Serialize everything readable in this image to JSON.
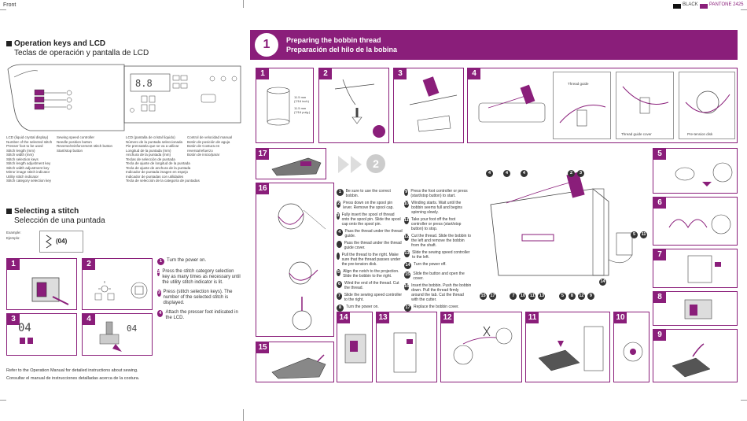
{
  "header": {
    "front_label": "Front",
    "black_label": "BLACK",
    "pantone_label": "PANTONE 2425",
    "colors": {
      "accent": "#8a1e7a",
      "black": "#111111"
    }
  },
  "left": {
    "section1_title_en": "Operation keys and LCD",
    "section1_title_es": "Teclas de operación y pantalla de LCD",
    "legend_en": [
      "LCD (liquid crystal display)",
      "Number of the selected stitch",
      "Presser foot to be used",
      "Stitch length (mm)",
      "Stitch width (mm)",
      "Stitch selection keys",
      "Stitch length adjustment key",
      "Stitch width adjustment key",
      "Mirror image stitch indicator",
      "Utility stitch indicator",
      "Stitch category selection key",
      "Sewing speed controller",
      "Needle position button",
      "Reverse/reinforcement stitch button",
      "Start/stop button"
    ],
    "legend_es": [
      "LCD (pantalla de cristal líquido)",
      "Número de la puntada seleccionada",
      "Pie prensatela que se va a utilizar",
      "Longitud de la puntada (mm)",
      "Anchura de la puntada (mm)",
      "Teclas de selección de puntada",
      "Tecla de ajuste de longitud de la puntada",
      "Tecla de ajuste de anchura de la puntada",
      "Indicador de puntada imagen en espejo",
      "Indicador de puntadas con utilidades",
      "Tecla de selección de la categoría de puntadas",
      "Control de velocidad manual",
      "Botón de posición de aguja",
      "Botón de Costura en reversa/refuerzo",
      "Botón de inicio/parar"
    ],
    "section2_title_en": "Selecting a stitch",
    "section2_title_es": "Selección de una puntada",
    "example_en": "Example:",
    "example_es": "Ejemplo:",
    "example_num": "(04)",
    "lcd_a": "04",
    "lcd_b": "04",
    "steps": [
      "Turn the power on.",
      "Press the stitch category selection key as many times as necessary until the utility stitch indicator is lit.",
      "Press (stitch selection keys). The number of the selected stitch is displayed.",
      "Attach the presser foot indicated in the LCD."
    ],
    "footer_en": "Refer to the Operation Manual for detailed instructions about sewing.",
    "footer_es": "Consultar el manual de instrucciones detalladas acerca de la costura."
  },
  "right": {
    "banner_en": "Preparing the bobbin thread",
    "banner_es": "Preparación del hilo de la bobina",
    "spool_dim_1": "11.5 mm",
    "spool_dim_1b": "(7/16 inch)",
    "spool_dim_2": "11.5 mm",
    "spool_dim_2b": "(7/16 pulg.)",
    "label_thread_guide": "Thread guide",
    "label_thread_guide_cover": "Thread guide cover",
    "label_pretension_disk": "Pre-tension disk",
    "steps_col1": [
      "Be sure to use the correct bobbin.",
      "Press down on the spool pin lever. Remove the spool cap.",
      "Fully insert the spool of thread onto the spool pin. Slide the spool cap onto the spool pin.",
      "Pass the thread under the thread guide.",
      "Pass the thread under the thread guide cover.",
      "Pull the thread to the right. Make sure that the thread passes under the pre-tension disk.",
      "Align the notch to the projection. Slide the bobbin to the right.",
      "Wind the end of the thread. Cut the thread.",
      "Slide the sewing speed controller to the right.",
      "Turn the power on."
    ],
    "steps_col2": [
      "Press the foot controller or press (start/stop button) to start.",
      "Winding starts. Wait until the bobbin seems full and begins spinning slowly.",
      "Take your foot off the foot controller or press (start/stop button) to stop.",
      "Cut the thread. Slide the bobbin to the left and remove the bobbin from the shaft.",
      "Slide the sewing speed controller to the left.",
      "Turn the power off.",
      "Slide the button and open the cover.",
      "Insert the bobbin. Push the bobbin down. Pull the thread firmly around the tab. Cut the thread with the cutter.",
      "Replace the bobbin cover."
    ],
    "col1_nums": [
      "1",
      "2",
      "3",
      "4",
      "",
      "",
      "5",
      "6",
      "7",
      "8"
    ],
    "col2_nums": [
      "9",
      "10",
      "11",
      "12",
      "13",
      "14",
      "15",
      "16",
      "17"
    ],
    "panel_nums": [
      "1",
      "2",
      "3",
      "4",
      "17",
      "16",
      "5",
      "6",
      "7",
      "8",
      "9",
      "10",
      "11",
      "12",
      "13",
      "14",
      "15"
    ],
    "callouts_a": [
      "4",
      "4",
      "4",
      "2",
      "3"
    ],
    "callouts_b": [
      "15",
      "17",
      "7",
      "10",
      "11",
      "13",
      "5",
      "8",
      "12",
      "9",
      "14",
      "5",
      "11"
    ],
    "step_circle": "2"
  }
}
